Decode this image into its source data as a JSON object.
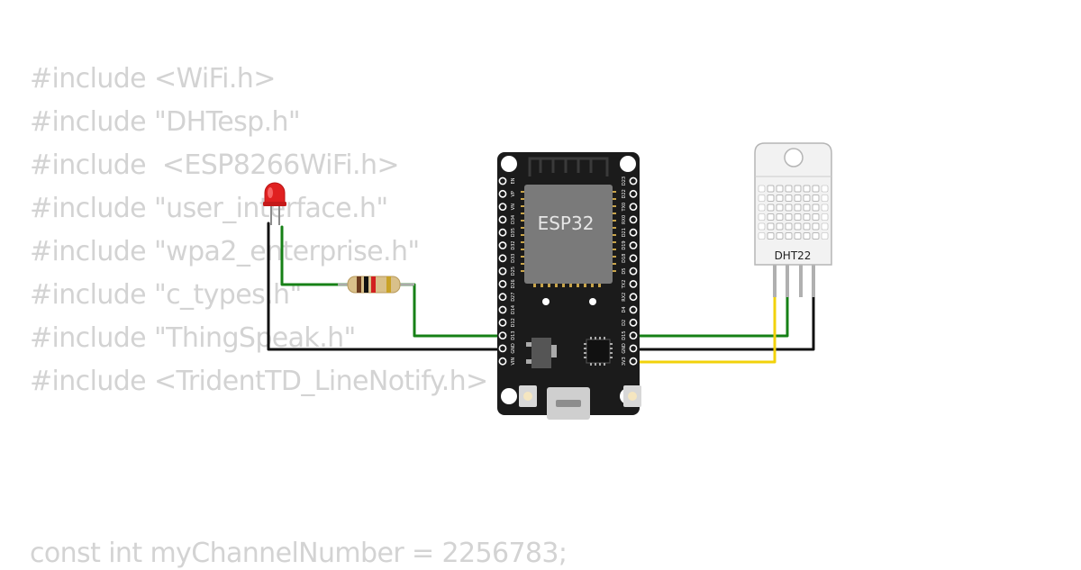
{
  "code": {
    "lines": [
      "#include <WiFi.h>",
      "#include \"DHTesp.h\"",
      "#include  <ESP8266WiFi.h>",
      "#include \"user_interface.h\"",
      "#include \"wpa2_enterprise.h\"",
      "#include \"c_types.h\"",
      "#include \"ThingSpeak.h\"",
      "#include <TridentTD_LineNotify.h>"
    ],
    "footer_line": "const int myChannelNumber = 2256783;"
  },
  "components": {
    "esp32": {
      "label": "ESP32"
    },
    "dht22": {
      "label": "DHT22"
    },
    "led": {
      "color": "#e02020"
    },
    "resistor": {
      "bands": [
        "#6b3a1e",
        "#111111",
        "#d22020",
        "#c9a227"
      ]
    }
  },
  "esp32_pins": {
    "left": [
      "EN",
      "VP",
      "VN",
      "D34",
      "D35",
      "D32",
      "D33",
      "D25",
      "D26",
      "D27",
      "D14",
      "D12",
      "D13",
      "GND",
      "VIN"
    ],
    "right": [
      "D23",
      "D22",
      "TX0",
      "RX0",
      "D21",
      "D19",
      "D18",
      "D5",
      "TX2",
      "RX2",
      "D4",
      "D2",
      "D15",
      "GND",
      "3V3"
    ]
  },
  "wires": {
    "colors": {
      "green": "#168016",
      "black": "#111111",
      "yellow": "#f2d20a"
    }
  }
}
